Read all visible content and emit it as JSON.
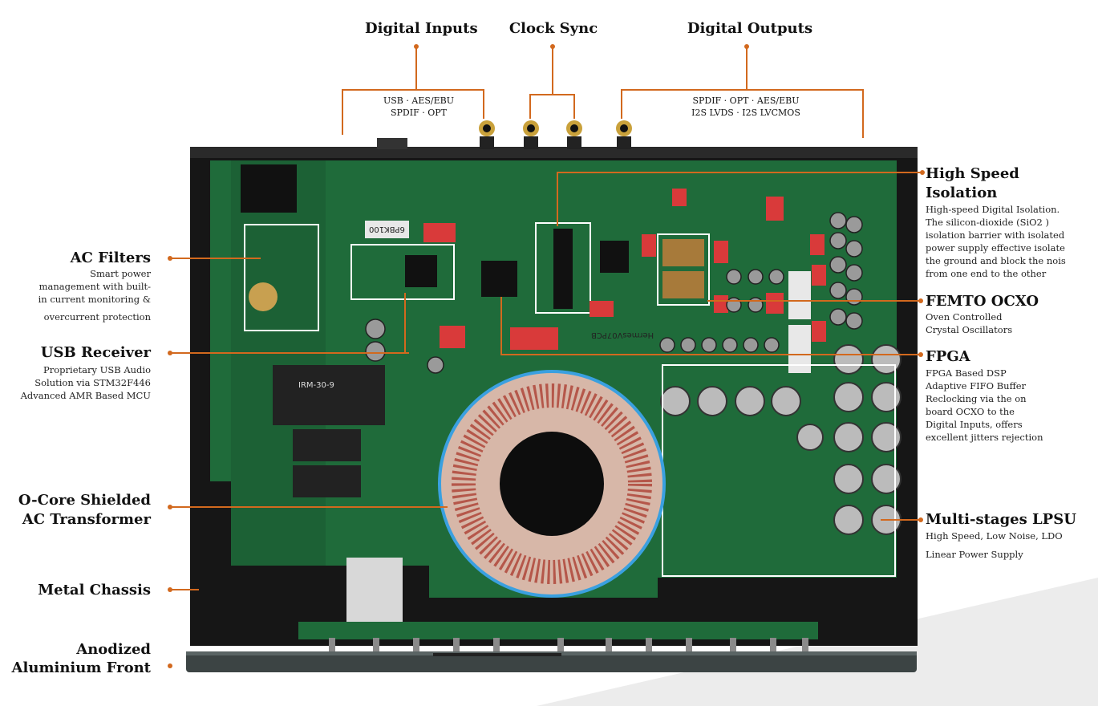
{
  "top": {
    "digital_inputs": {
      "title": "Digital Inputs",
      "line1": "USB · AES/EBU",
      "line2": "SPDIF · OPT"
    },
    "clock_sync": {
      "title": "Clock Sync"
    },
    "digital_outputs": {
      "title": "Digital Outputs",
      "line1": "SPDIF · OPT · AES/EBU",
      "line2": "I2S LVDS · I2S LVCMOS"
    }
  },
  "left": {
    "ac_filters": {
      "title": "AC Filters",
      "lines": [
        "Smart power",
        "management with built-",
        "in current monitoring &",
        "overcurrent protection"
      ]
    },
    "usb_receiver": {
      "title": "USB Receiver",
      "lines": [
        "Proprietary USB Audio",
        "Solution via STM32F446",
        "Advanced AMR Based MCU"
      ]
    },
    "transformer": {
      "title_line1": "O-Core Shielded",
      "title_line2": "AC Transformer"
    },
    "chassis": {
      "title": "Metal Chassis"
    },
    "front": {
      "title_line1": "Anodized",
      "title_line2": "Aluminium Front"
    }
  },
  "right": {
    "isolation": {
      "title_line1": "High Speed",
      "title_line2": "Isolation",
      "lines": [
        "High-speed Digital Isolation.",
        "The silicon-dioxide (SiO2 )",
        "isolation barrier with isolated",
        "power supply effective isolate",
        "the ground and block the nois",
        "from one end to the other"
      ]
    },
    "ocxo": {
      "title": "FEMTO OCXO",
      "lines": [
        "Oven Controlled",
        "Crystal Oscillators"
      ]
    },
    "fpga": {
      "title": "FPGA",
      "lines": [
        "FPGA Based DSP",
        "Adaptive FIFO Buffer",
        "Reclocking via the on",
        "board OCXO to the",
        "Digital Inputs, offers",
        "excellent jitters rejection"
      ]
    },
    "lpsu": {
      "title": "Multi-stages LPSU",
      "lines": [
        "High Speed, Low Noise, LDO",
        "Linear Power Supply"
      ]
    }
  },
  "pcb": {
    "silk_label": "HermesV07PCB",
    "chip_label": "6PBK100",
    "psu_label": "IRM-30-9"
  },
  "colors": {
    "leader": "#d2691e",
    "pcb": "#1f6b3a",
    "chassis": "#141414"
  }
}
